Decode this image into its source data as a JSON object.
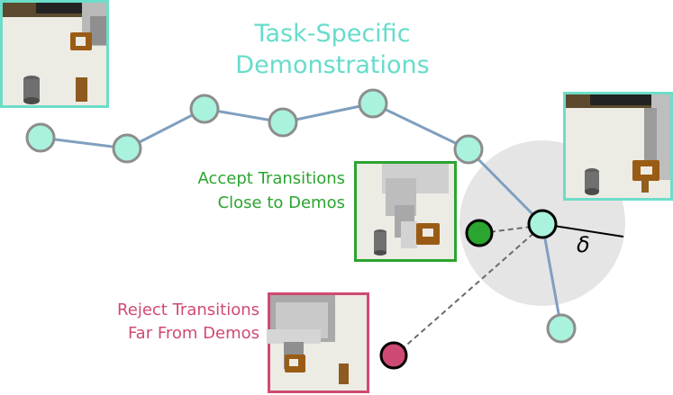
{
  "title": {
    "line1": "Task-Specific",
    "line2": "Demonstrations"
  },
  "accept_label": {
    "line1": "Accept Transitions",
    "line2": "Close to Demos"
  },
  "reject_label": {
    "line1": "Reject Transitions",
    "line2": "Far From Demos"
  },
  "threshold_symbol": "δ",
  "colors": {
    "teal_text": "#67dccb",
    "teal_node": "#a9f2de",
    "teal_frame": "#6cddc8",
    "green": "#2aa52f",
    "crimson": "#cf4a72",
    "line_blue": "#7f9fbf",
    "node_stroke": "#8d8d8d",
    "radius_bg": "#e5e5e5"
  },
  "images": [
    {
      "name": "top-left-demo-image",
      "frame_color": "#6cddc8"
    },
    {
      "name": "right-demo-image",
      "frame_color": "#6cddc8"
    },
    {
      "name": "accept-transition-image",
      "frame_color": "#2aa52f"
    },
    {
      "name": "reject-transition-image",
      "frame_color": "#cf4a72"
    }
  ]
}
